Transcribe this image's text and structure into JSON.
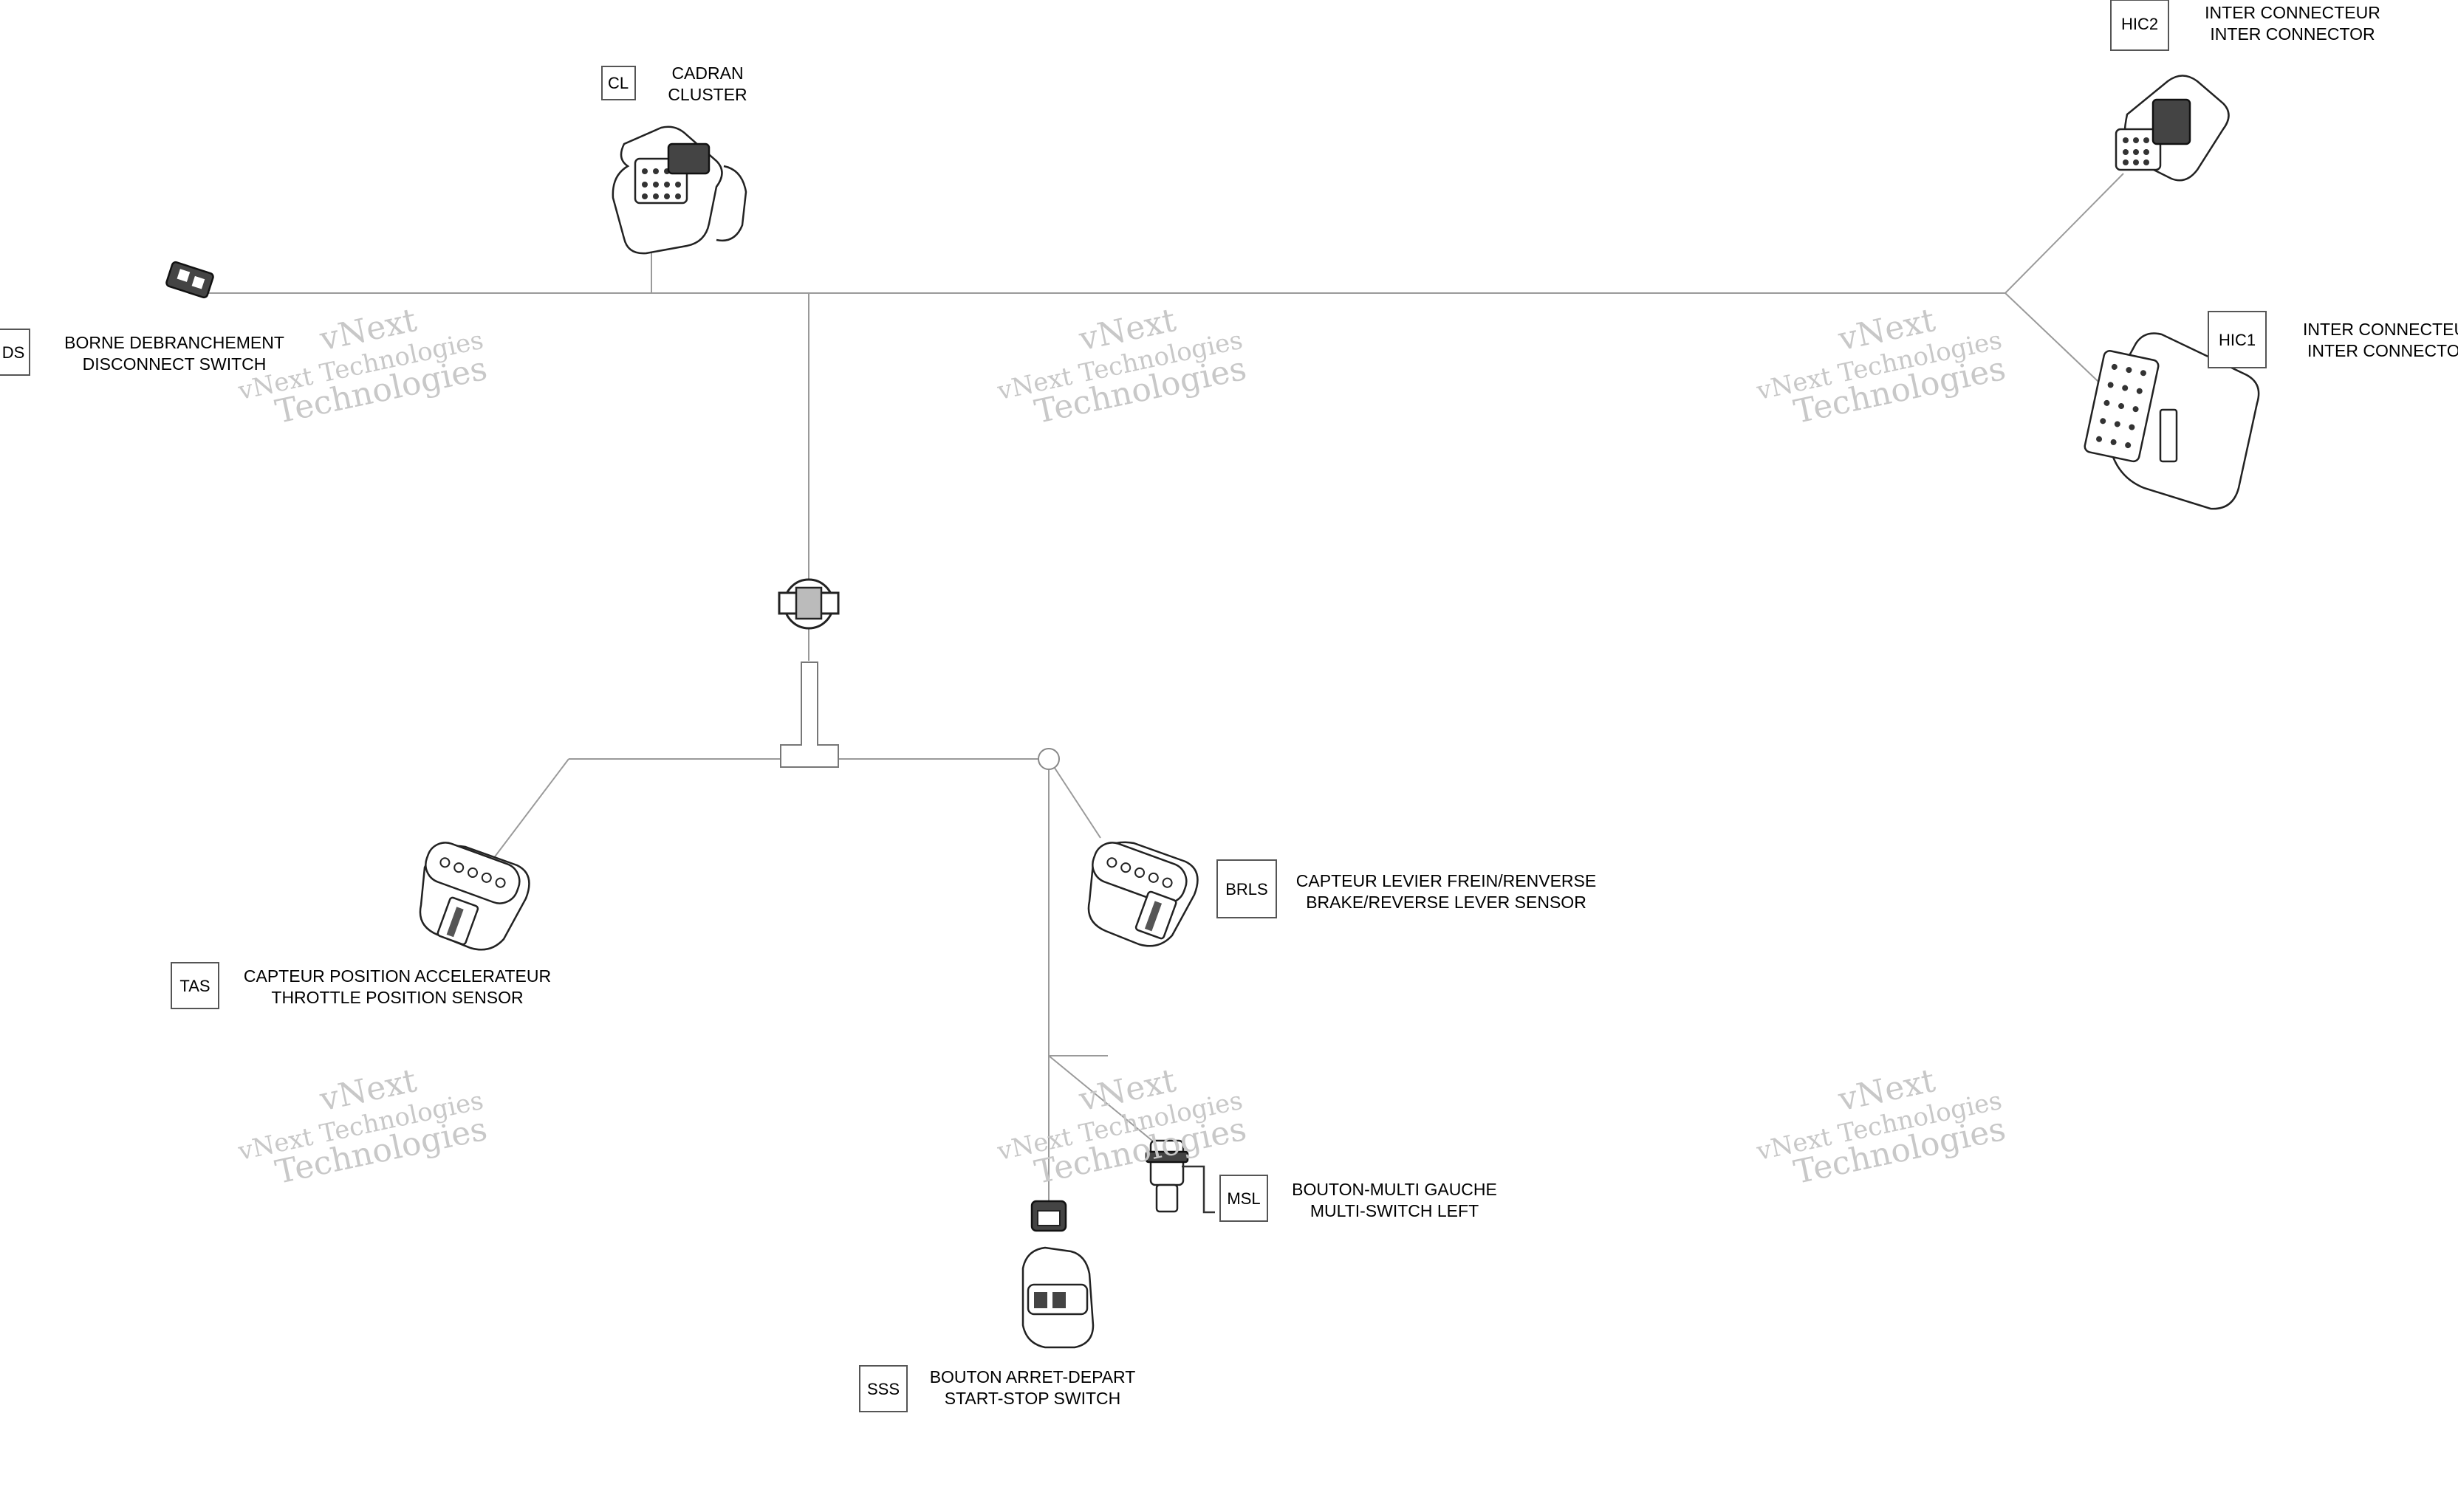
{
  "connectors": [
    {
      "code": "CL",
      "line1": "CADRAN",
      "line2": "CLUSTER"
    },
    {
      "code": "HIC2",
      "line1": "INTER CONNECTEUR",
      "line2": "INTER CONNECTOR"
    },
    {
      "code": "HIC1",
      "line1": "INTER CONNECTEUR",
      "line2": "INTER CONNECTOR"
    },
    {
      "code": "DS",
      "line1": "BORNE DEBRANCHEMENT",
      "line2": "DISCONNECT SWITCH"
    },
    {
      "code": "TAS",
      "line1": "CAPTEUR POSITION ACCELERATEUR",
      "line2": "THROTTLE POSITION SENSOR"
    },
    {
      "code": "BRLS",
      "line1": "CAPTEUR LEVIER FREIN/RENVERSE",
      "line2": "BRAKE/REVERSE LEVER SENSOR"
    },
    {
      "code": "MSL",
      "line1": "BOUTON-MULTI GAUCHE",
      "line2": "MULTI-SWITCH LEFT"
    },
    {
      "code": "SSS",
      "line1": "BOUTON ARRET-DEPART",
      "line2": "START-STOP SWITCH"
    }
  ],
  "watermark": {
    "line1": "vNext",
    "line2": "vNext Technologies",
    "line3": "Technologies"
  }
}
